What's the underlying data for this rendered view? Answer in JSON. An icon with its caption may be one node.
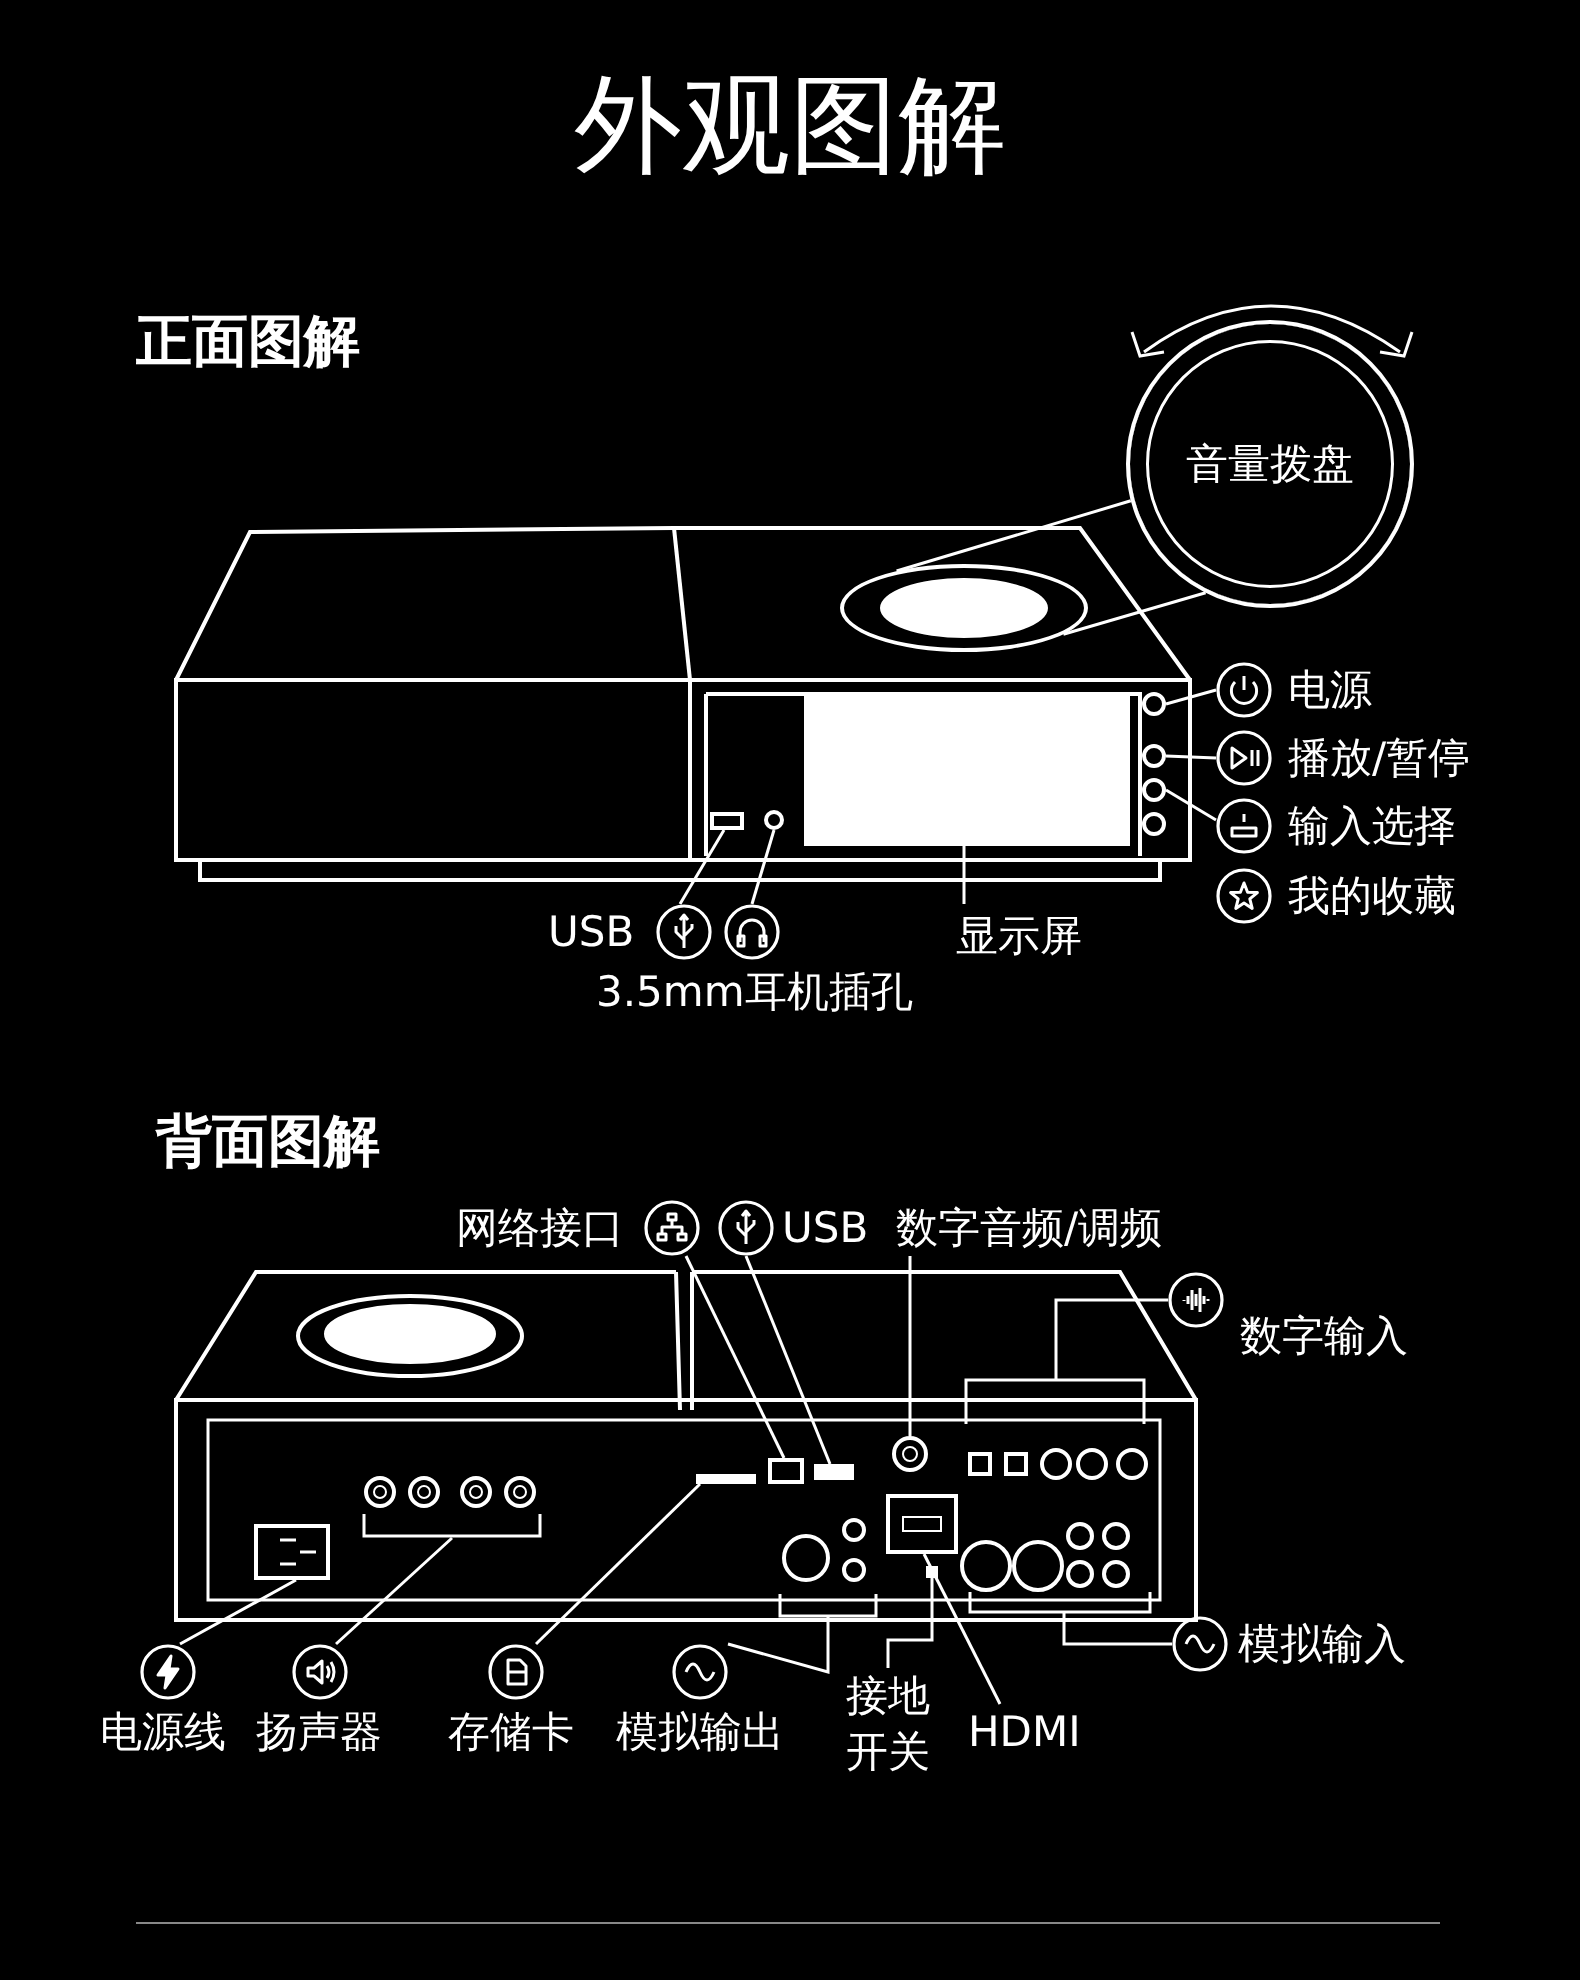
{
  "diagram": {
    "title": "外观图解",
    "nodes": [
      {
        "text": [
          "音量拨盘"
        ]
      },
      {
        "text": [
          "电源"
        ]
      },
      {
        "text": [
          "播放/暂停"
        ]
      },
      {
        "text": [
          "输入选择"
        ]
      },
      {
        "text": [
          "我的收藏"
        ]
      },
      {
        "text": [
          "USB"
        ]
      },
      {
        "text": [
          "3.5mm耳机插孔"
        ]
      },
      {
        "text": [
          "显示屏"
        ]
      },
      {
        "text": [
          "网络接口"
        ]
      },
      {
        "text": [
          "USB"
        ]
      },
      {
        "text": [
          "数字音频/调频"
        ]
      },
      {
        "text": [
          "数字输入"
        ]
      },
      {
        "text": [
          "模拟输入"
        ]
      },
      {
        "text": [
          "电源线"
        ]
      },
      {
        "text": [
          "扬声器"
        ]
      },
      {
        "text": [
          "存储卡"
        ]
      },
      {
        "text": [
          "模拟输出"
        ]
      },
      {
        "text": [
          "接地开关"
        ]
      },
      {
        "text": [
          "HDMI"
        ]
      },
      {
        "text": [],
        "shape": "circle"
      },
      {
        "text": [],
        "shape": "circle"
      },
      {
        "text": [],
        "shape": "circle"
      },
      {
        "text": [],
        "shape": "circle"
      },
      {
        "text": [],
        "shape": "circle"
      },
      {
        "text": [],
        "shape": "box"
      },
      {
        "text": [],
        "shape": "circle"
      },
      {
        "text": [],
        "shape": "box"
      },
      {
        "text": [],
        "shape": "box"
      },
      {
        "text": [],
        "shape": "box"
      },
      {
        "text": [],
        "shape": "circle"
      },
      {
        "text": [],
        "shape": "box"
      },
      {
        "text": [],
        "shape": "box"
      },
      {
        "text": [],
        "shape": "box"
      },
      {
        "text": [],
        "shape": "box"
      }
    ],
    "edges": [
      {
        "from": 0,
        "to": 19,
        "arrow": "none"
      },
      {
        "from": 0,
        "to": 19,
        "arrow": "none"
      },
      {
        "from": 1,
        "to": 20,
        "arrow": "none"
      },
      {
        "from": 2,
        "to": 21,
        "arrow": "none"
      },
      {
        "from": 3,
        "to": 22,
        "arrow": "none"
      },
      {
        "from": 5,
        "to": 24,
        "arrow": "none"
      },
      {
        "from": 6,
        "to": 25,
        "arrow": "none"
      },
      {
        "from": 7,
        "to": 26,
        "arrow": "none"
      },
      {
        "from": 8,
        "to": 27,
        "arrow": "none"
      },
      {
        "from": 9,
        "to": 28,
        "arrow": "none"
      },
      {
        "from": 10,
        "to": 29,
        "arrow": "none"
      },
      {
        "from": 11,
        "to": null,
        "arrow": "none"
      },
      {
        "from": 12,
        "to": null,
        "arrow": "none"
      },
      {
        "from": 13,
        "to": 30,
        "arrow": "none"
      },
      {
        "from": 14,
        "to": null,
        "arrow": "none"
      },
      {
        "from": 15,
        "to": 31,
        "arrow": "none"
      },
      {
        "from": 16,
        "to": null,
        "arrow": "none"
      },
      {
        "from": 17,
        "to": 32,
        "arrow": "none"
      },
      {
        "from": 18,
        "to": 33,
        "arrow": "none"
      }
    ],
    "labels": [
      "正面图解",
      "背面图解"
    ]
  }
}
